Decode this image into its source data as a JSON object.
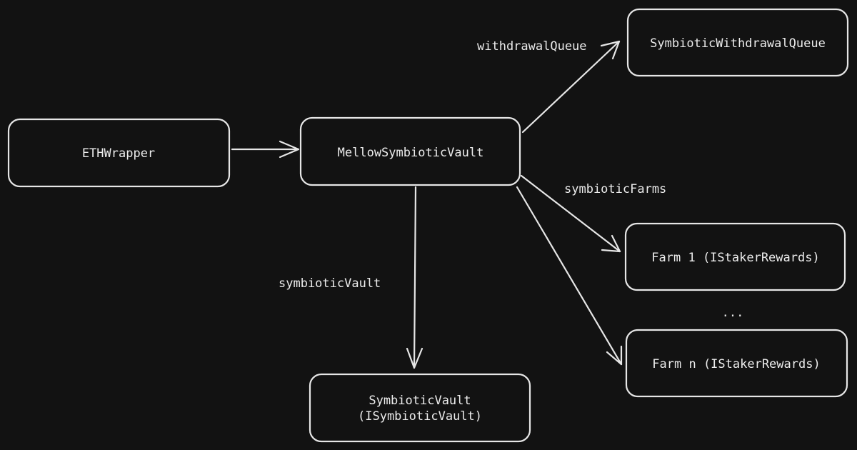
{
  "diagram": {
    "nodes": {
      "eth_wrapper": {
        "label": "ETHWrapper"
      },
      "mellow_vault": {
        "label": "MellowSymbioticVault"
      },
      "withdrawal_queue": {
        "label": "SymbioticWithdrawalQueue"
      },
      "symbiotic_vault": {
        "label_line1": "SymbioticVault",
        "label_line2": "(ISymbioticVault)"
      },
      "farm_1": {
        "label": "Farm 1 (IStakerRewards)"
      },
      "farm_n": {
        "label": "Farm n (IStakerRewards)"
      }
    },
    "edges": {
      "withdrawal_queue_label": "withdrawalQueue",
      "symbiotic_farms_label": "symbioticFarms",
      "symbiotic_vault_label": "symbioticVault"
    },
    "ellipsis": "..."
  }
}
